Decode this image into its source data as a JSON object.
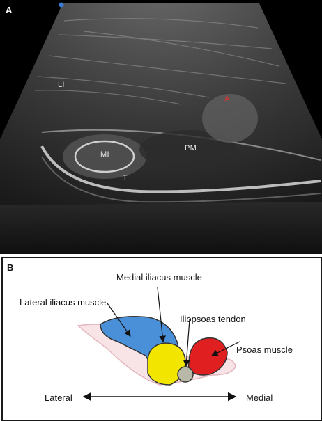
{
  "panel_a": {
    "letter": "A",
    "labels": {
      "li": "LI",
      "a": "A",
      "mi": "MI",
      "pm": "PM",
      "t": "T"
    }
  },
  "panel_b": {
    "letter": "B",
    "labels": {
      "medial_iliacus": "Medial iliacus muscle",
      "lateral_iliacus": "Lateral iliacus muscle",
      "iliopsoas_tendon": "Iliopsoas tendon",
      "psoas": "Psoas muscle",
      "lateral": "Lateral",
      "medial": "Medial"
    },
    "colors": {
      "lateral_iliacus": "#4a90d9",
      "medial_iliacus": "#f2e600",
      "tendon": "#b8b8a8",
      "psoas": "#e02020"
    }
  }
}
